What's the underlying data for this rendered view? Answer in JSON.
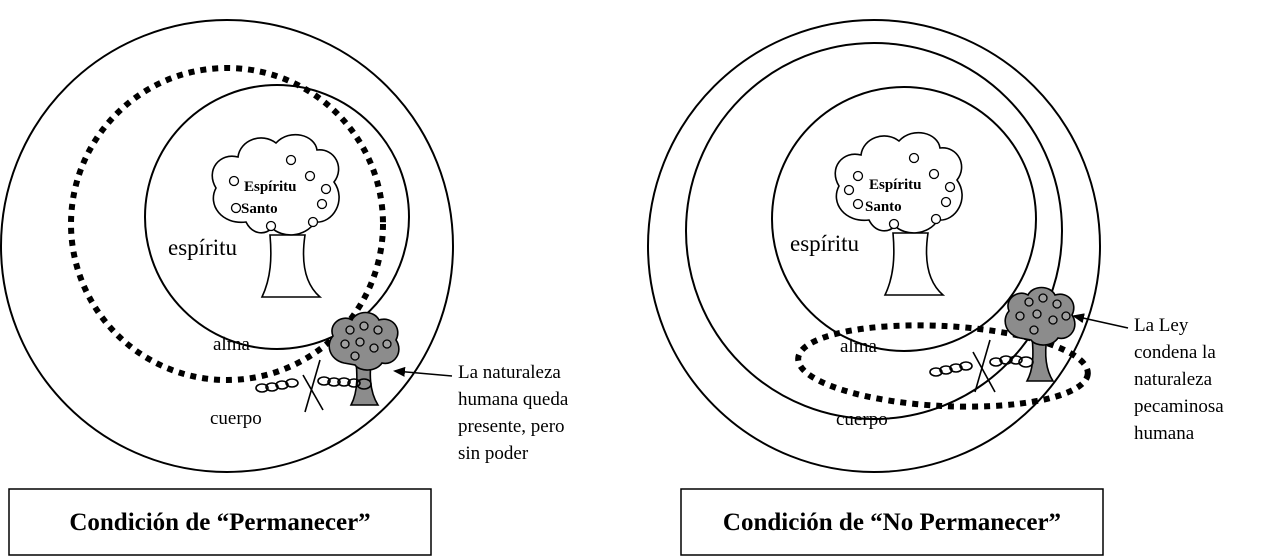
{
  "left": {
    "spirit_word_1": "Espíritu",
    "spirit_word_2": "Santo",
    "spirit_label": "espíritu",
    "soul_label": "alma",
    "body_label": "cuerpo",
    "note_lines": [
      "La naturaleza",
      "humana queda",
      "presente, pero",
      "sin poder"
    ],
    "title": "Condición de “Permanecer”"
  },
  "right": {
    "spirit_word_1": "Espíritu",
    "spirit_word_2": "Santo",
    "spirit_label": "espíritu",
    "soul_label": "alma",
    "body_label": "cuerpo",
    "note_lines": [
      "La Ley",
      "condena la",
      "naturaleza",
      "pecaminosa",
      "humana"
    ],
    "title": "Condición de “No Permanecer”"
  }
}
